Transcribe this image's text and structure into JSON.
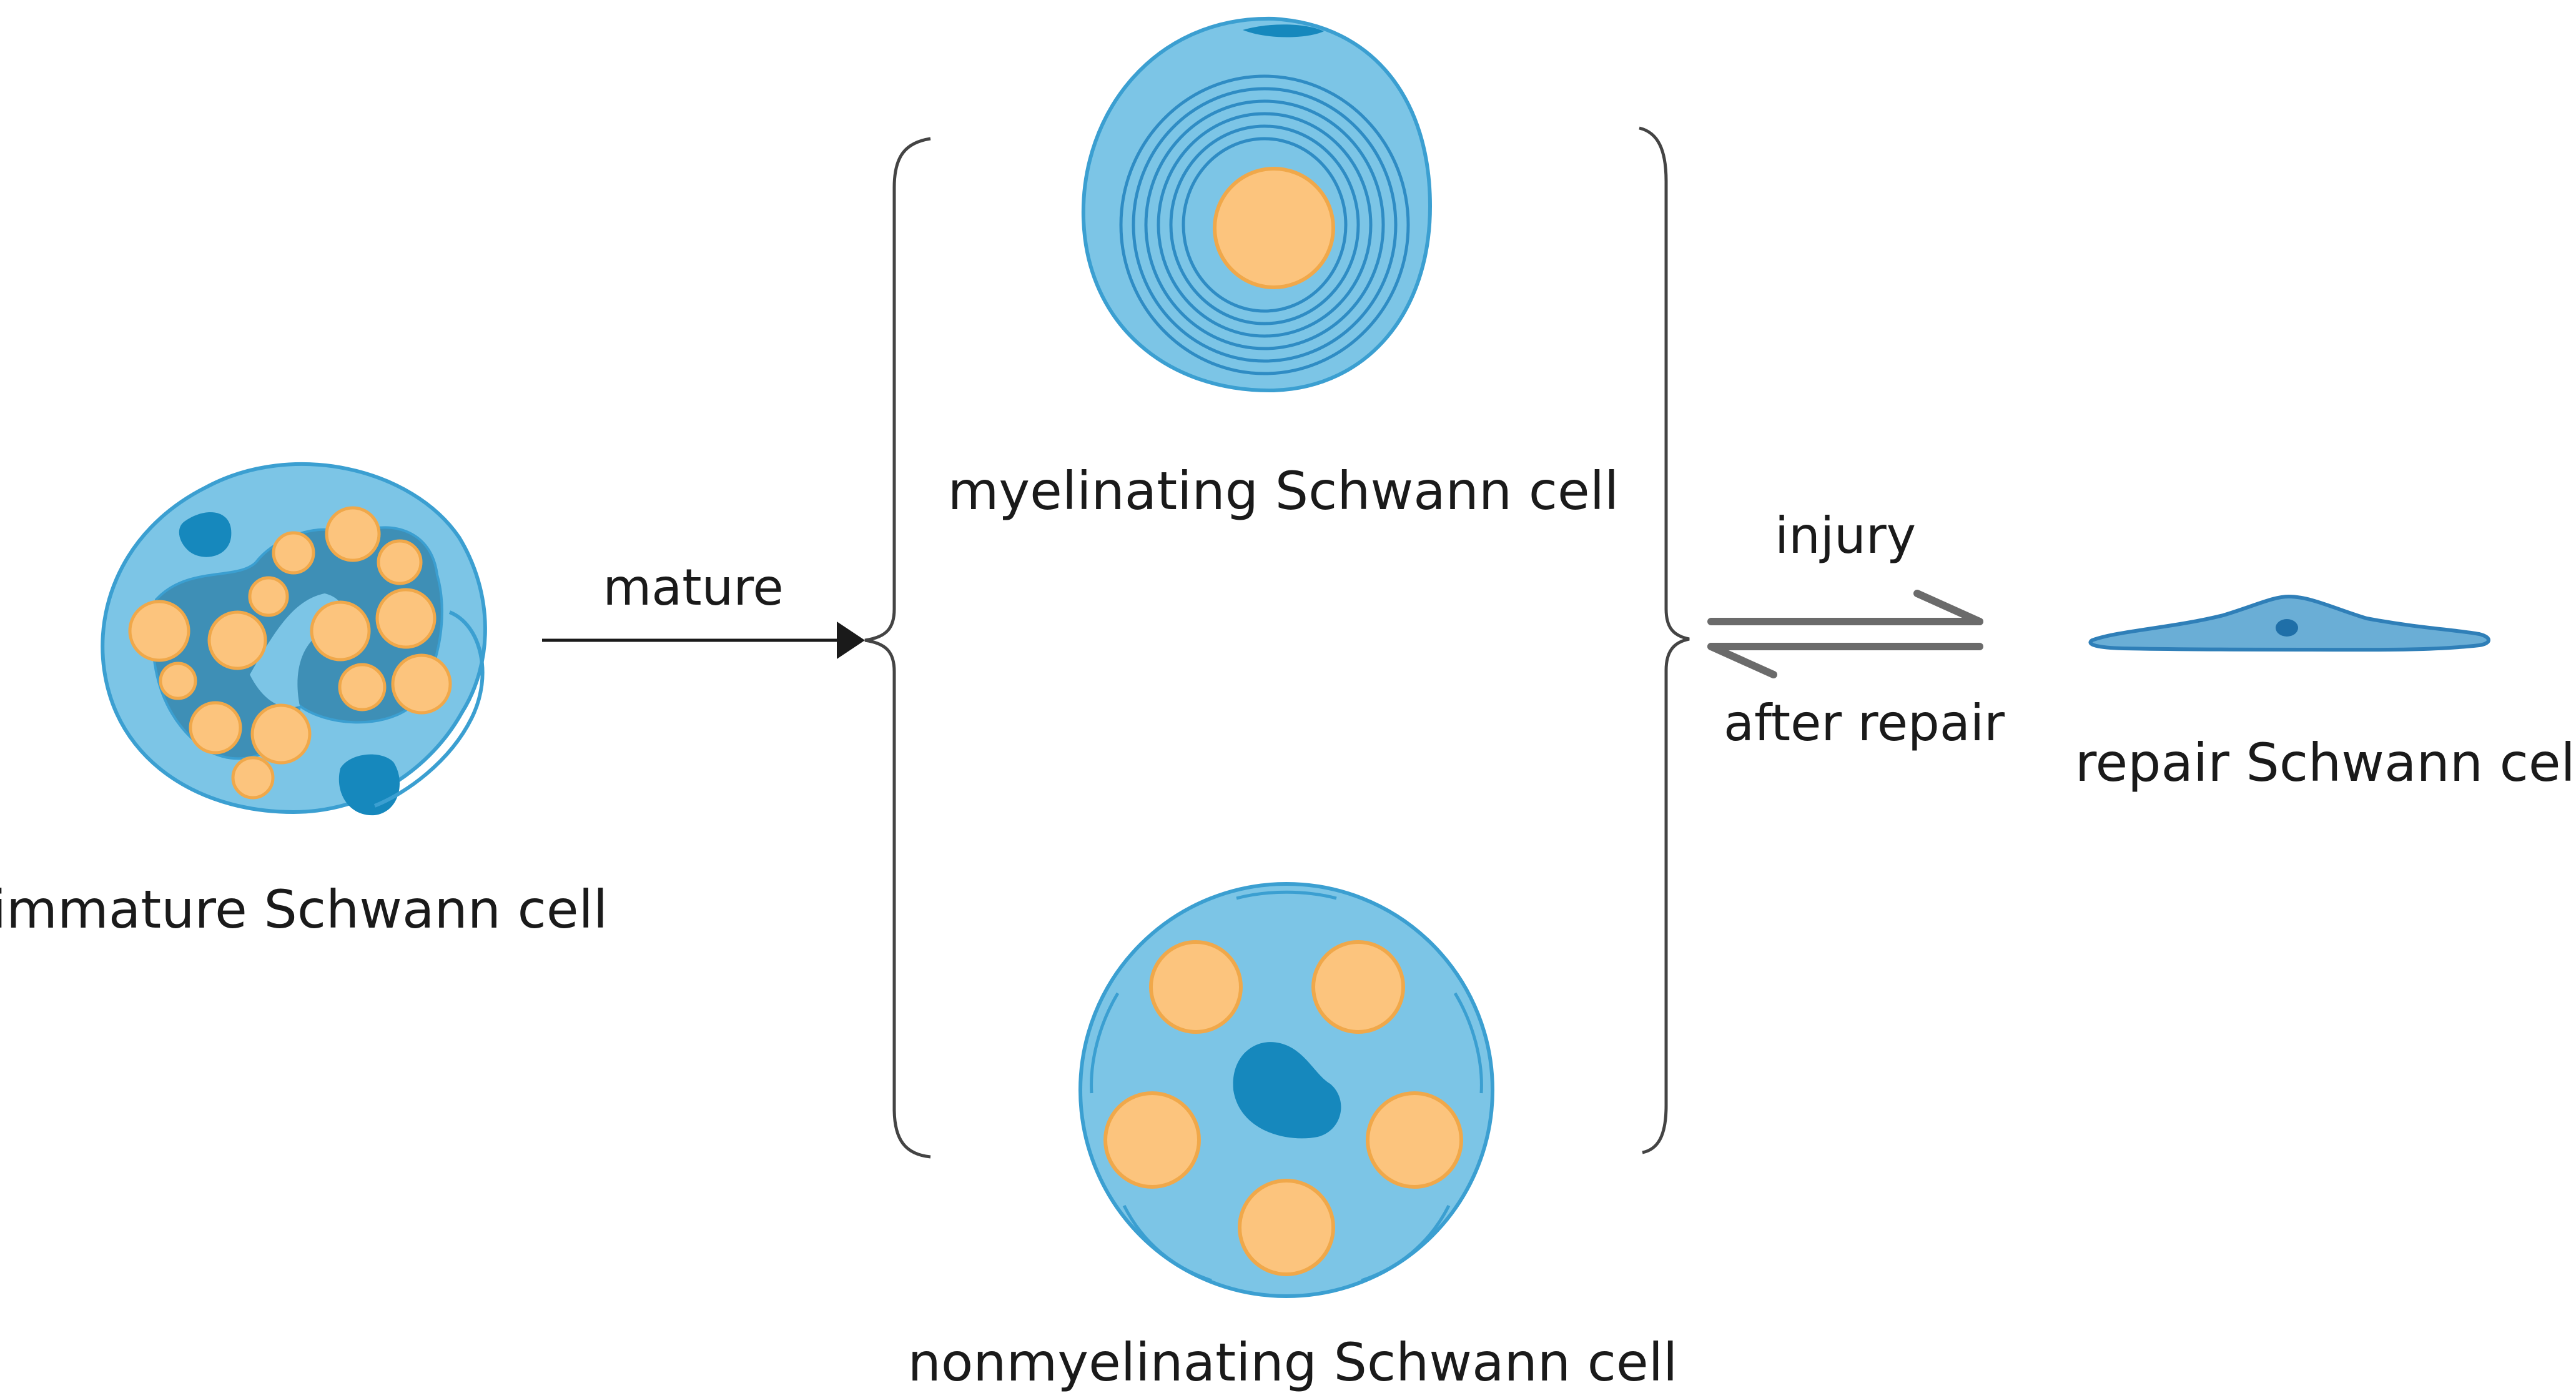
{
  "cells": {
    "immature": {
      "label": "immature Schwann cell"
    },
    "myelinating": {
      "label": "myelinating Schwann cell"
    },
    "nonmyelinating": {
      "label": "nonmyelinating Schwann cell"
    },
    "repair": {
      "label": "repair Schwann cell"
    }
  },
  "arrows": {
    "mature": {
      "label": "mature"
    },
    "injury": {
      "label": "injury"
    },
    "after_repair": {
      "label": "after repair"
    }
  },
  "colors": {
    "cytoplasm": "#7cc5e6",
    "cytoplasm_outline": "#3b9fd1",
    "dark_region": "#3e8fb6",
    "nucleus": "#1688bd",
    "axon_fill": "#fcc47d",
    "axon_outline": "#f0a84a",
    "arrow": "#1a1a1a",
    "equilibrium_arrow": "#6b6b6b",
    "bracket": "#444444"
  }
}
